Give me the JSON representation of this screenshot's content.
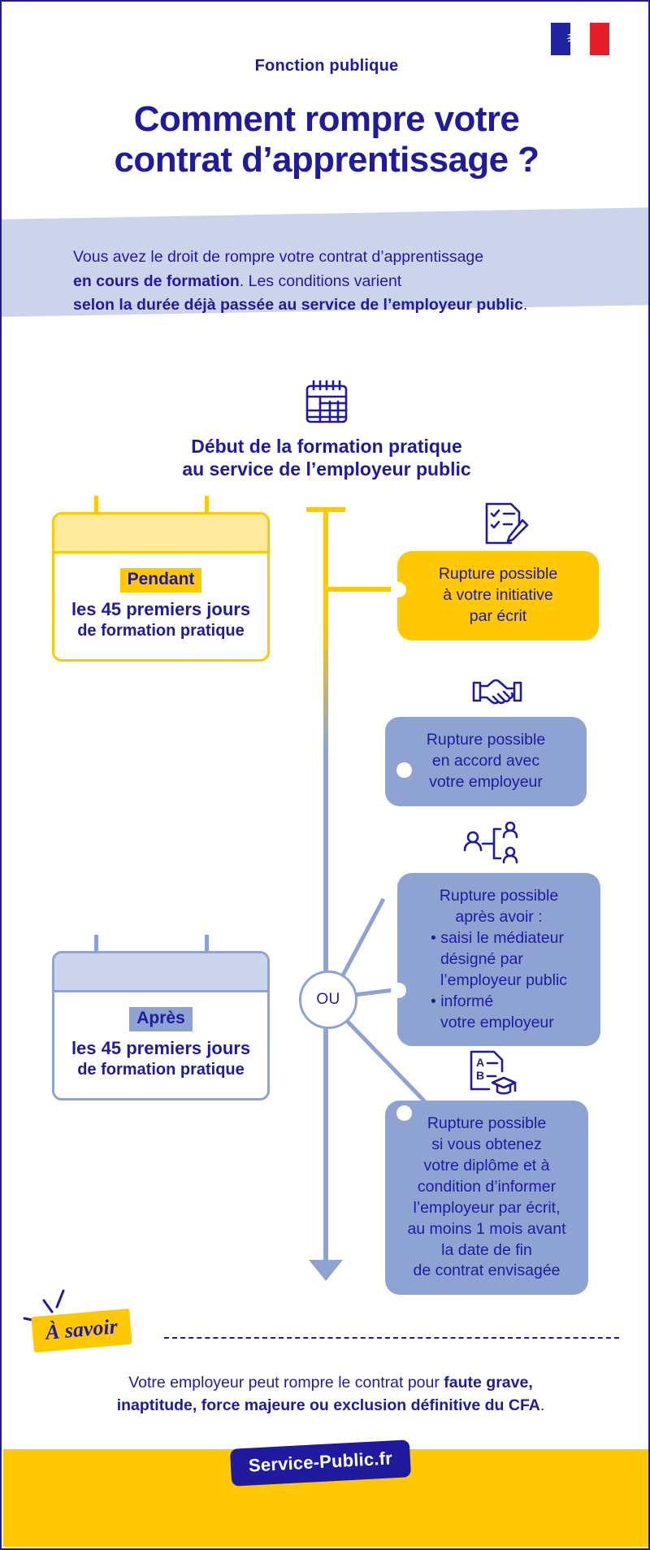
{
  "colors": {
    "brand_blue": "#1f1a9e",
    "accent_yellow": "#ffc800",
    "light_yellow": "#ffe99a",
    "muted_blue": "#8fa3d2",
    "pale_blue": "#ccd4ec",
    "flag_blue": "#1f24a0",
    "flag_red": "#e61e28"
  },
  "header": {
    "eyebrow": "Fonction publique",
    "title_line1": "Comment rompre votre",
    "title_line2": "contrat d’apprentissage ?",
    "flag_alt": "french-republic-flag-marianne"
  },
  "intro": {
    "line1_plain": "Vous avez le droit de rompre votre contrat d’apprentissage",
    "line2_bold": "en cours de formation",
    "line2_plain": ". Les conditions varient",
    "line3_bold": "selon la durée déjà passée au service de l’employeur public",
    "line3_plain": "."
  },
  "timeline": {
    "head_icon": "calendar-icon",
    "head_line1": "Début de la formation pratique",
    "head_line2": "au service de l’employeur public",
    "ou_label": "OU"
  },
  "periods": [
    {
      "id": "pendant",
      "tag": "Pendant",
      "line1": "les 45 premiers jours",
      "line2": "de formation pratique",
      "icon": "calendar-card-icon"
    },
    {
      "id": "apres",
      "tag": "Après",
      "line1": "les 45 premiers jours",
      "line2": "de formation pratique",
      "icon": "calendar-card-icon"
    }
  ],
  "ruptures": [
    {
      "id": "r1",
      "icon": "checklist-pen-icon",
      "variant": "yellow",
      "lines": [
        "Rupture possible",
        "à votre initiative",
        "par écrit"
      ]
    },
    {
      "id": "r2",
      "icon": "handshake-icon",
      "variant": "blue",
      "lines": [
        "Rupture possible",
        "en accord avec",
        "votre employeur"
      ]
    },
    {
      "id": "r3",
      "icon": "mediation-people-icon",
      "variant": "blue",
      "intro_lines": [
        "Rupture possible",
        "après avoir :"
      ],
      "bullets": [
        "saisi le médiateur désigné par l’employeur public",
        "informé votre employeur"
      ],
      "bullet_lines": [
        [
          "• saisi le médiateur",
          "désigné par",
          "l’employeur public"
        ],
        [
          "• informé",
          "votre employeur"
        ]
      ]
    },
    {
      "id": "r4",
      "icon": "diploma-graduation-icon",
      "variant": "blue",
      "lines": [
        "Rupture possible",
        "si vous obtenez",
        "votre diplôme et à",
        "condition d’informer",
        "l’employeur par écrit,",
        "au moins 1 mois avant",
        "la date de fin",
        "de contrat envisagée"
      ]
    }
  ],
  "note": {
    "badge": "À savoir",
    "text_plain_1": "Votre employeur peut rompre le contrat pour ",
    "text_bold_1": "faute grave,",
    "text_bold_2": "inaptitude, force majeure ou exclusion définitive du CFA",
    "text_plain_2": "."
  },
  "footer": {
    "logo": "Service-Public.fr"
  }
}
